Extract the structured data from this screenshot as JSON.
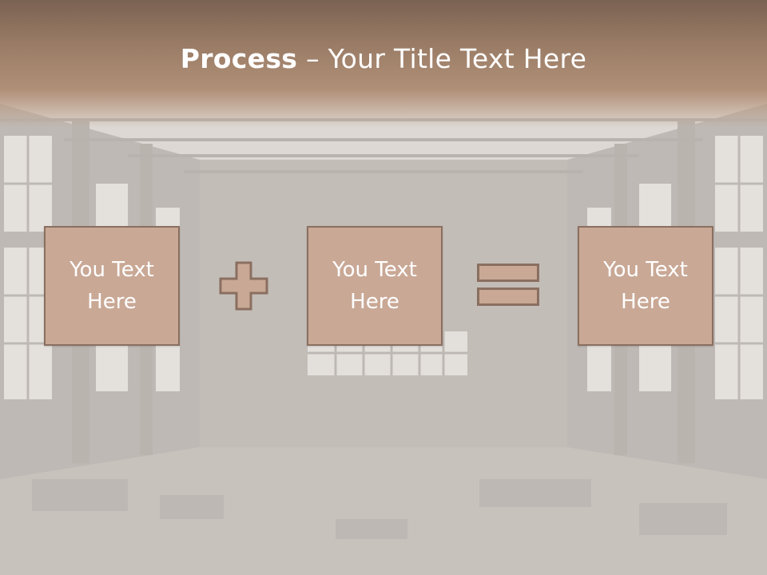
{
  "slide": {
    "title_bold": "Process",
    "title_rest": " – Your Title Text Here",
    "boxes": [
      {
        "text": "You Text Here"
      },
      {
        "text": "You Text Here"
      },
      {
        "text": "You Text Here"
      }
    ]
  },
  "icons": {
    "operator_1": "plus-icon",
    "operator_2": "equals-icon"
  },
  "colors": {
    "header": "#9a7c66",
    "box_fill": "#c9a896",
    "box_border": "#8a6f60",
    "text": "#ffffff"
  }
}
